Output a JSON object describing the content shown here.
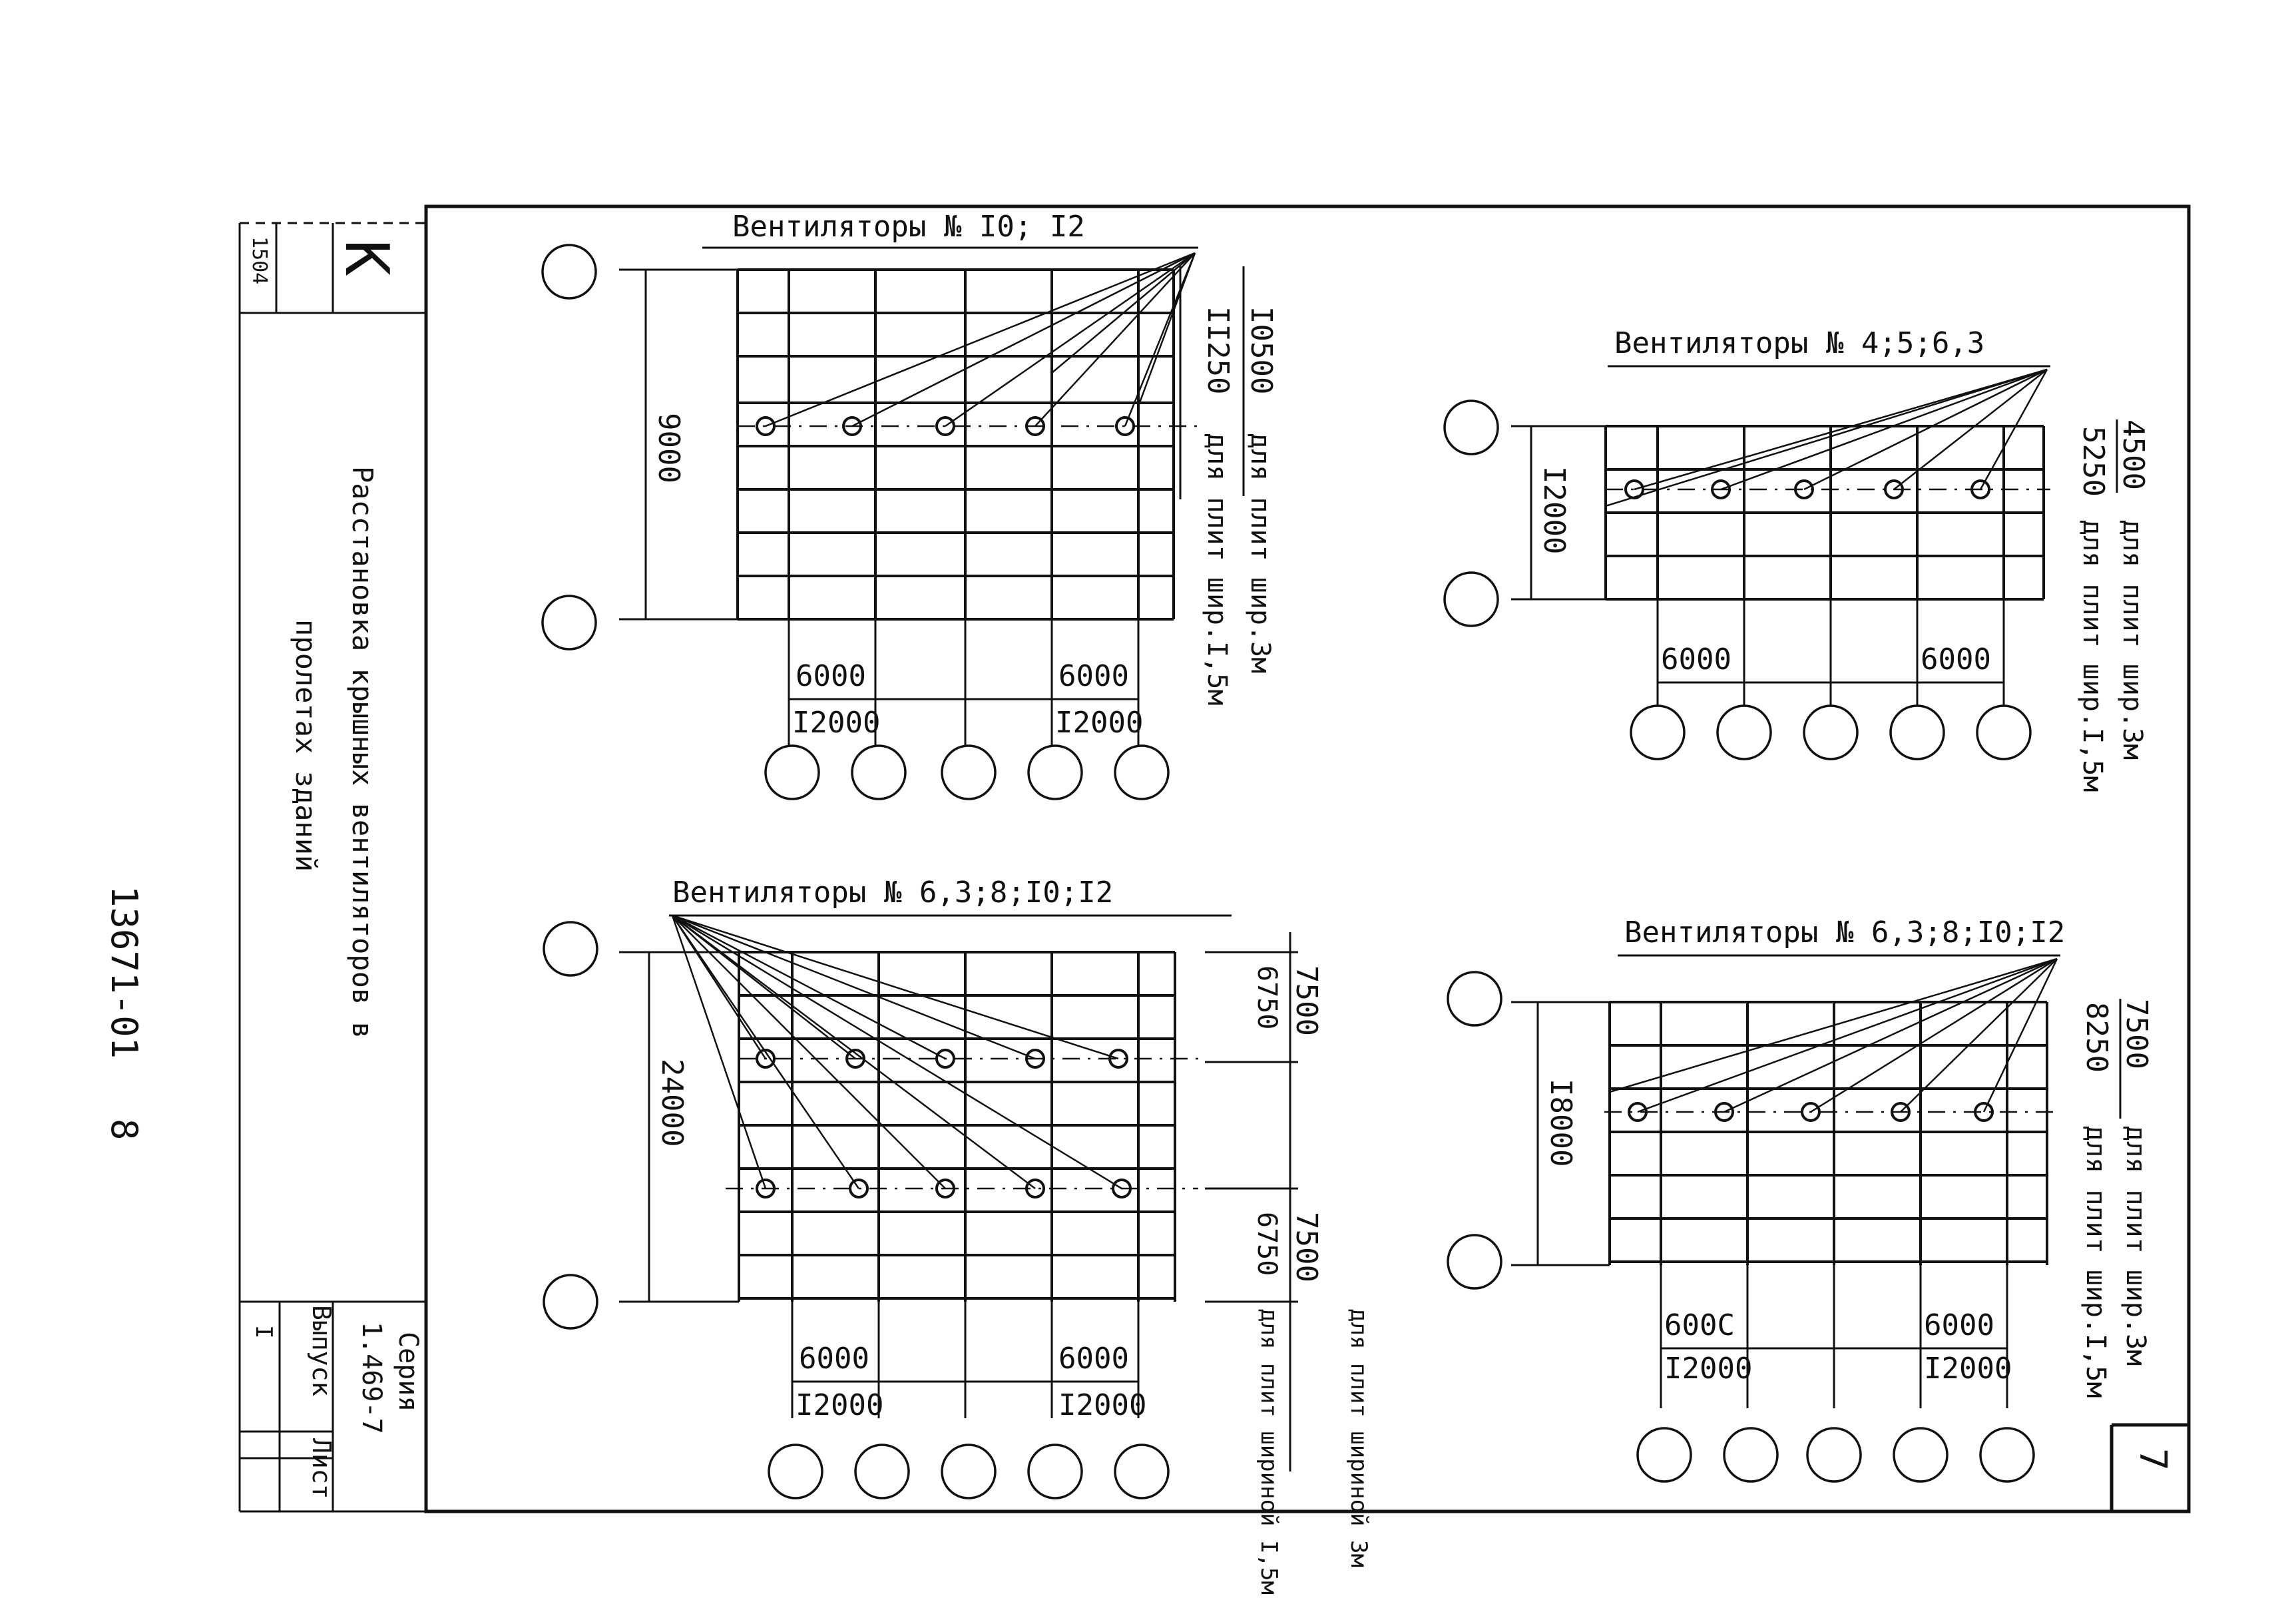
{
  "sheet": {
    "doc_number": "13671-01",
    "page_number": "8",
    "sheet_number": "7",
    "title_line1": "Расстановка крышных вентиляторов в",
    "title_line2": "пролетах зданий",
    "series_label": "Серия",
    "series_value": "1.469-7",
    "issue_label": "Выпуск",
    "issue_value": "I",
    "list_label": "Лист",
    "stamp_letter": "K",
    "stamp_code": "1504"
  },
  "diagrams": [
    {
      "id": "d1",
      "fans_label": "Вентиляторы № I0; I2",
      "span": "9000",
      "dim_a": "I0500",
      "dim_a_note": "для плит шир.3м",
      "dim_b": "II250",
      "dim_b_note": "для плит шир.I,5м",
      "w1": "6000",
      "w2": "6000",
      "b1": "I2000",
      "b2": "I2000"
    },
    {
      "id": "d2",
      "fans_label": "Вентиляторы № 4;5;6,3",
      "span": "I2000",
      "dim_a": "4500",
      "dim_a_note": "для плит шир.3м",
      "dim_b": "5250",
      "dim_b_note": "для плит шир.I,5м",
      "w1": "6000",
      "w2": "6000"
    },
    {
      "id": "d3",
      "fans_label": "Вентиляторы № 6,3;8;I0;I2",
      "span": "24000",
      "dim_a": "7500",
      "dim_b": "6750",
      "dim_c": "7500",
      "dim_d": "6750",
      "note_a": "для плит шириной 3м",
      "note_b": "для плит шириной I,5м",
      "w1": "6000",
      "w2": "6000",
      "b1": "I2000",
      "b2": "I2000"
    },
    {
      "id": "d4",
      "fans_label": "Вентиляторы № 6,3;8;I0;I2",
      "span": "I8000",
      "dim_a": "7500",
      "dim_a_note": "для плит шир.3м",
      "dim_b": "8250",
      "dim_b_note": "для плит шир.I,5м",
      "w1": "600C",
      "w2": "6000",
      "b1": "I2000",
      "b2": "I2000"
    }
  ]
}
